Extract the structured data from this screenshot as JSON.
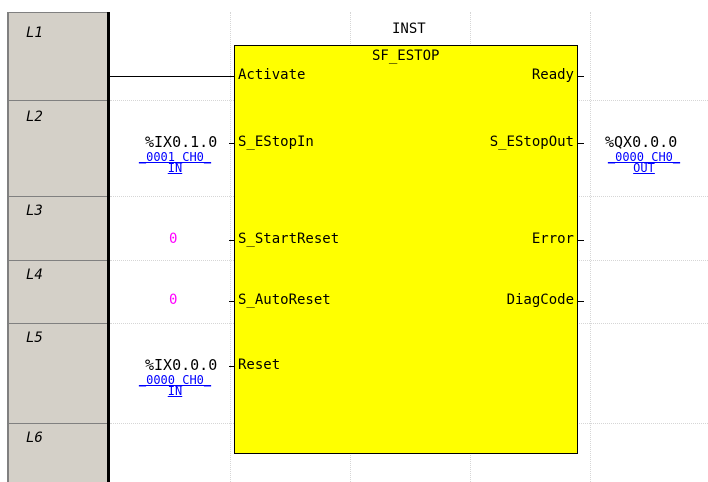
{
  "rungs": [
    "L1",
    "L2",
    "L3",
    "L4",
    "L5",
    "L6"
  ],
  "block": {
    "instance": "INST",
    "type": "SF_ESTOP",
    "inputs": [
      "Activate",
      "S_EStopIn",
      "S_StartReset",
      "S_AutoReset",
      "Reset"
    ],
    "outputs": [
      "Ready",
      "S_EStopOut",
      "Error",
      "DiagCode"
    ]
  },
  "inputs_vars": {
    "estop_in": {
      "address": "%IX0.1.0",
      "name_line1": "_0001_CH0_",
      "name_line2": "IN"
    },
    "start_reset": {
      "value": "0"
    },
    "auto_reset": {
      "value": "0"
    },
    "reset": {
      "address": "%IX0.0.0",
      "name_line1": "_0000_CH0_",
      "name_line2": "IN"
    }
  },
  "outputs_vars": {
    "estop_out": {
      "address": "%QX0.0.0",
      "name_line1": "_0000_CH0_",
      "name_line2": "OUT"
    }
  },
  "colors": {
    "block_fill": "#ffff00",
    "var_name": "#0000ff",
    "constant": "#ff00ff",
    "line_column": "#d4d0c8"
  }
}
